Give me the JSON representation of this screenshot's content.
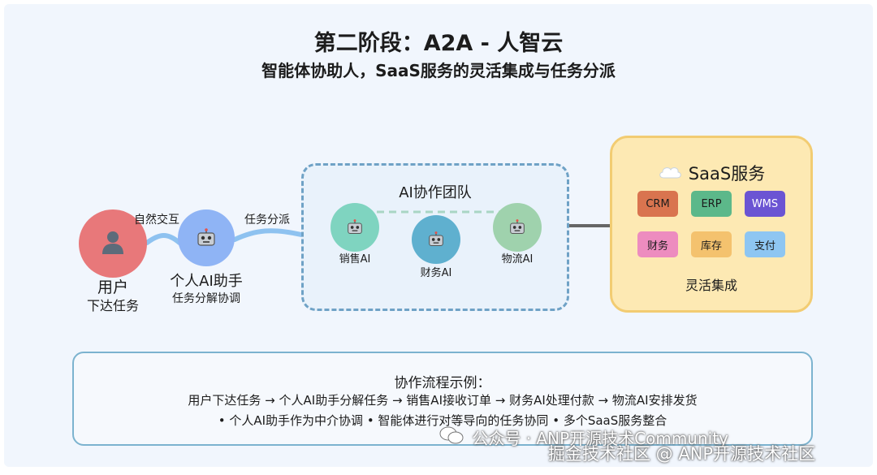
{
  "header": {
    "title": "第二阶段：A2A - 人智云",
    "subtitle": "智能体协助人，SaaS服务的灵活集成与任务分派"
  },
  "user": {
    "name": "用户",
    "action": "下达任务",
    "icon": "person-icon"
  },
  "edges": {
    "natural_interaction": "自然交互",
    "task_dispatch": "任务分派"
  },
  "assistant": {
    "name": "个人AI助手",
    "desc": "任务分解协调",
    "icon": "robot-icon"
  },
  "team": {
    "title": "AI协作团队",
    "agents": [
      {
        "name": "销售AI",
        "icon": "robot-icon"
      },
      {
        "name": "财务AI",
        "icon": "robot-icon"
      },
      {
        "name": "物流AI",
        "icon": "robot-icon"
      }
    ]
  },
  "saas": {
    "icon": "cloud-icon",
    "title": "SaaS服务",
    "modules": [
      {
        "label": "CRM",
        "color": "#d9744f"
      },
      {
        "label": "ERP",
        "color": "#5cb88a"
      },
      {
        "label": "WMS",
        "color": "#6b54d3"
      },
      {
        "label": "财务",
        "color": "#ed8cbf"
      },
      {
        "label": "库存",
        "color": "#f4c26e"
      },
      {
        "label": "支付",
        "color": "#8ec6f2"
      }
    ],
    "caption": "灵活集成"
  },
  "flow": {
    "title": "协作流程示例：",
    "line1": "用户下达任务 → 个人AI助手分解任务 → 销售AI接收订单 → 财务AI处理付款 → 物流AI安排发货",
    "line2": "• 个人AI助手作为中介协调 • 智能体进行对等导向的任务协同 • 多个SaaS服务整合"
  },
  "watermark": {
    "channel": "公众号 · ANP开源技术Community",
    "credit": "掘金技术社区 @ ANP开源技术社区"
  }
}
